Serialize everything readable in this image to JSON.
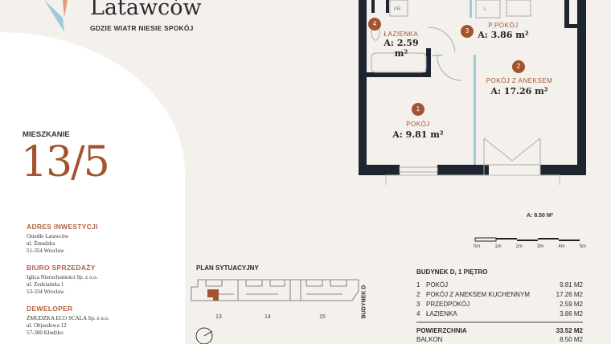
{
  "brand": {
    "name": "Latawców",
    "tagline": "GDZIE WIATR NIESIE SPOKÓJ"
  },
  "apartment": {
    "label": "MIESZKANIE",
    "number": "13/5"
  },
  "info": [
    {
      "title": "ADRES INWESTYCJI",
      "lines": [
        "Osiedle Latawców",
        "ul. Żmudzka",
        "51-354 Wrocław"
      ]
    },
    {
      "title": "BIURO SPRZEDAŻY",
      "lines": [
        "Iglica Nieruchomości Sp. z o.o.",
        "ul. Zodziańska 1",
        "53-334 Wrocław"
      ]
    },
    {
      "title": "DEWELOPER",
      "lines": [
        "ŻMUDZKA ECO SCALA Sp. z o.o.",
        "ul. Objazdowa 12",
        "57-300 Kłodzko"
      ]
    }
  ],
  "plan": {
    "rooms": [
      {
        "num": "1",
        "name": "POKÓJ",
        "area": "A: 9.81 m²"
      },
      {
        "num": "2",
        "name": "POKÓJ Z ANEKSEM",
        "area": "A: 17.26 m²"
      },
      {
        "num": "3",
        "name": "P.POKÓJ",
        "area": "A: 3.86 m²"
      },
      {
        "num": "4",
        "name": "ŁAZIENKA",
        "area": "A: 2.59 m²"
      }
    ],
    "fixtures": {
      "pr": "PR",
      "l": "L"
    },
    "balcony": "A: 8.50 M²",
    "scale": [
      "0m",
      "1m",
      "2m",
      "3m",
      "4m",
      "5m"
    ]
  },
  "site": {
    "title": "PLAN SYTUACYJNY",
    "building": "BUDYNEK D",
    "sections": [
      "13",
      "14",
      "15"
    ],
    "highlight": "#a3532e"
  },
  "table": {
    "header": "BUDYNEK D, 1 PIĘTRO",
    "rows": [
      {
        "n": "1",
        "name": "POKÓJ",
        "area": "9.81 M2"
      },
      {
        "n": "2",
        "name": "POKÓJ Z ANEKSEM KUCHENNYM",
        "area": "17.26 M2"
      },
      {
        "n": "3",
        "name": "PRZEDPOKÓJ",
        "area": "2.59 M2"
      },
      {
        "n": "4",
        "name": "ŁAZIENKA",
        "area": "3.86 M2"
      }
    ],
    "total_label": "POWIERZCHNIA",
    "total": "33.52 M2",
    "balcony_label": "BALKON",
    "balcony": "8.50 M2"
  },
  "colors": {
    "accent": "#a3532e",
    "wall": "#1e2530",
    "glass": "#9fcad8",
    "bg": "#f4f1ed"
  }
}
